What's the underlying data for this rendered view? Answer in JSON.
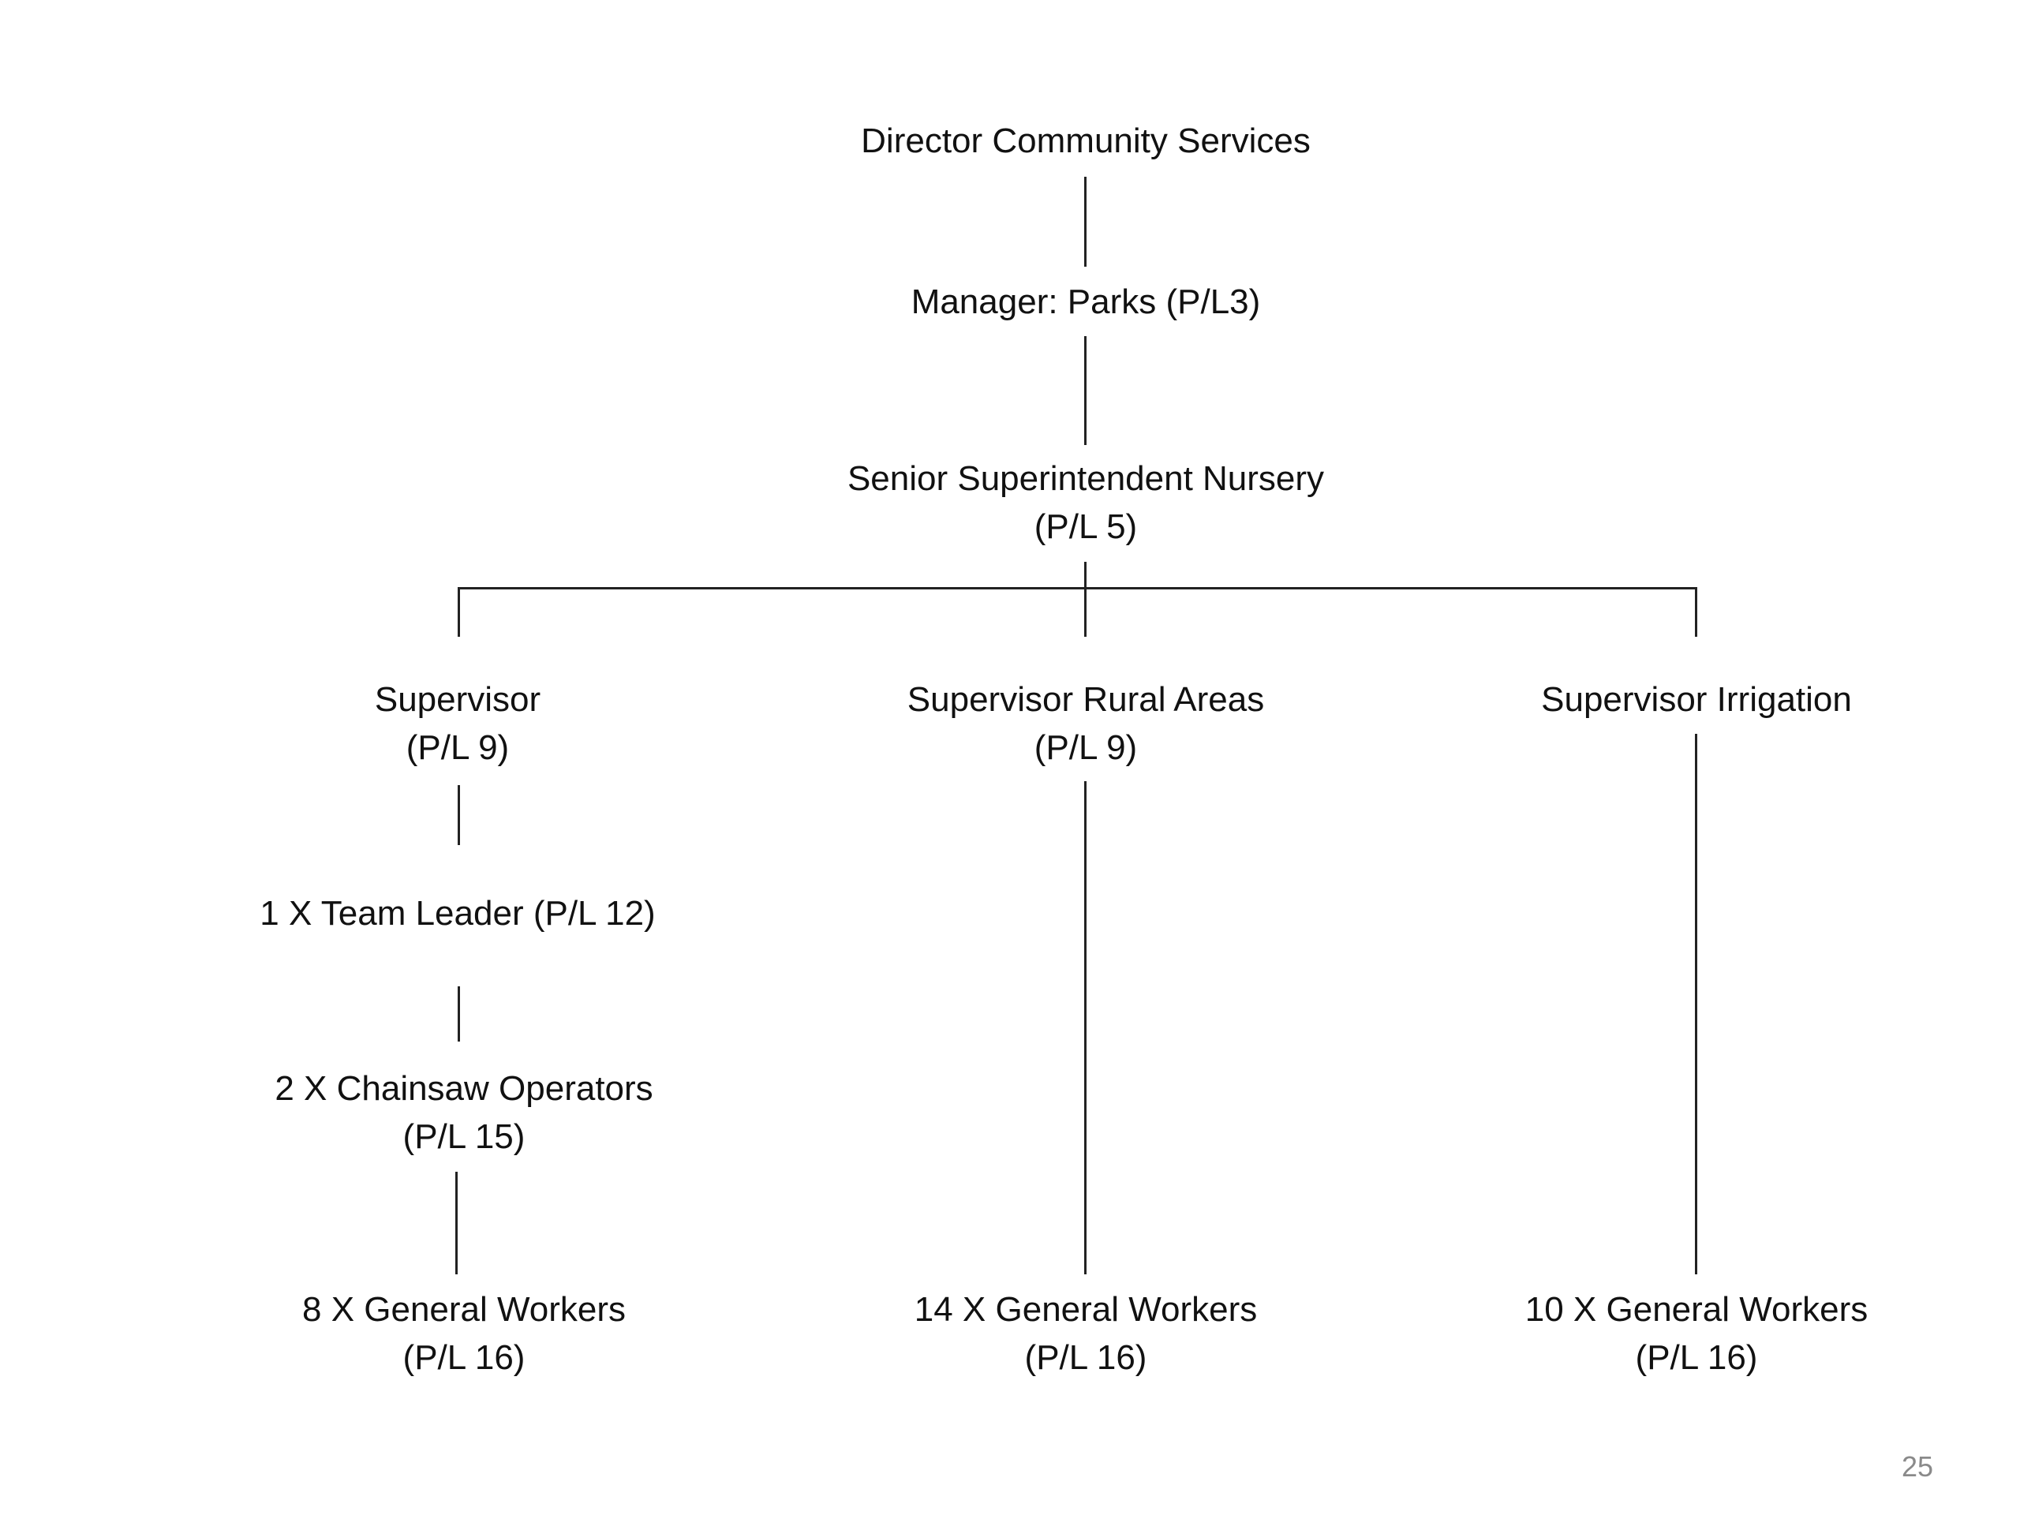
{
  "org_chart": {
    "director": {
      "title": "Director Community Services"
    },
    "manager": {
      "title": "Manager: Parks (P/L3)"
    },
    "senior": {
      "title": "Senior Superintendent Nursery",
      "level": "(P/L 5)"
    },
    "supervisors": [
      {
        "title": "Supervisor",
        "level": "(P/L 9)"
      },
      {
        "title": "Supervisor Rural Areas",
        "level": "(P/L 9)"
      },
      {
        "title": "Supervisor Irrigation",
        "level": ""
      }
    ],
    "team_leader": {
      "title": "1 X Team Leader (P/L 12)"
    },
    "chainsaw": {
      "title": "2 X Chainsaw Operators",
      "level": "(P/L 15)"
    },
    "workers": [
      {
        "title": "8 X General Workers",
        "level": "(P/L 16)"
      },
      {
        "title": "14 X General Workers",
        "level": "(P/L 16)"
      },
      {
        "title": "10 X General Workers",
        "level": "(P/L 16)"
      }
    ]
  },
  "page_number": "25"
}
